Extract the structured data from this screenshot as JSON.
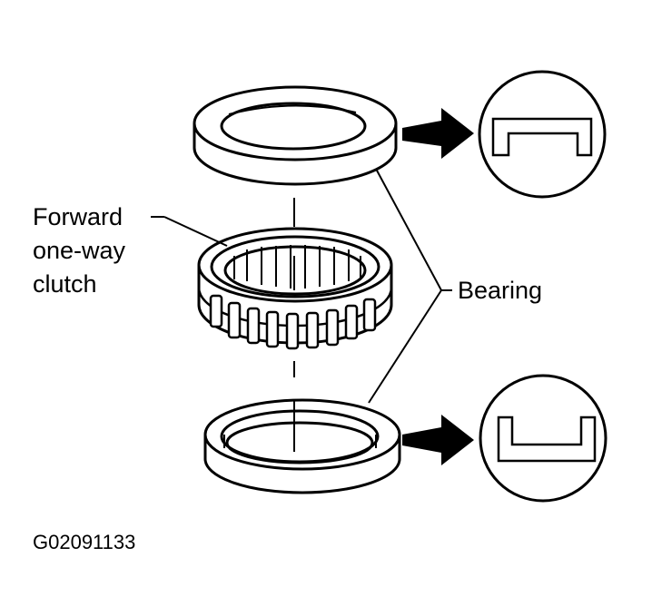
{
  "labels": {
    "clutch_line1": "Forward",
    "clutch_line2": "one-way",
    "clutch_line3": "clutch",
    "bearing": "Bearing"
  },
  "figure_code": "G02091133",
  "colors": {
    "ink": "#000000",
    "background": "#ffffff"
  }
}
